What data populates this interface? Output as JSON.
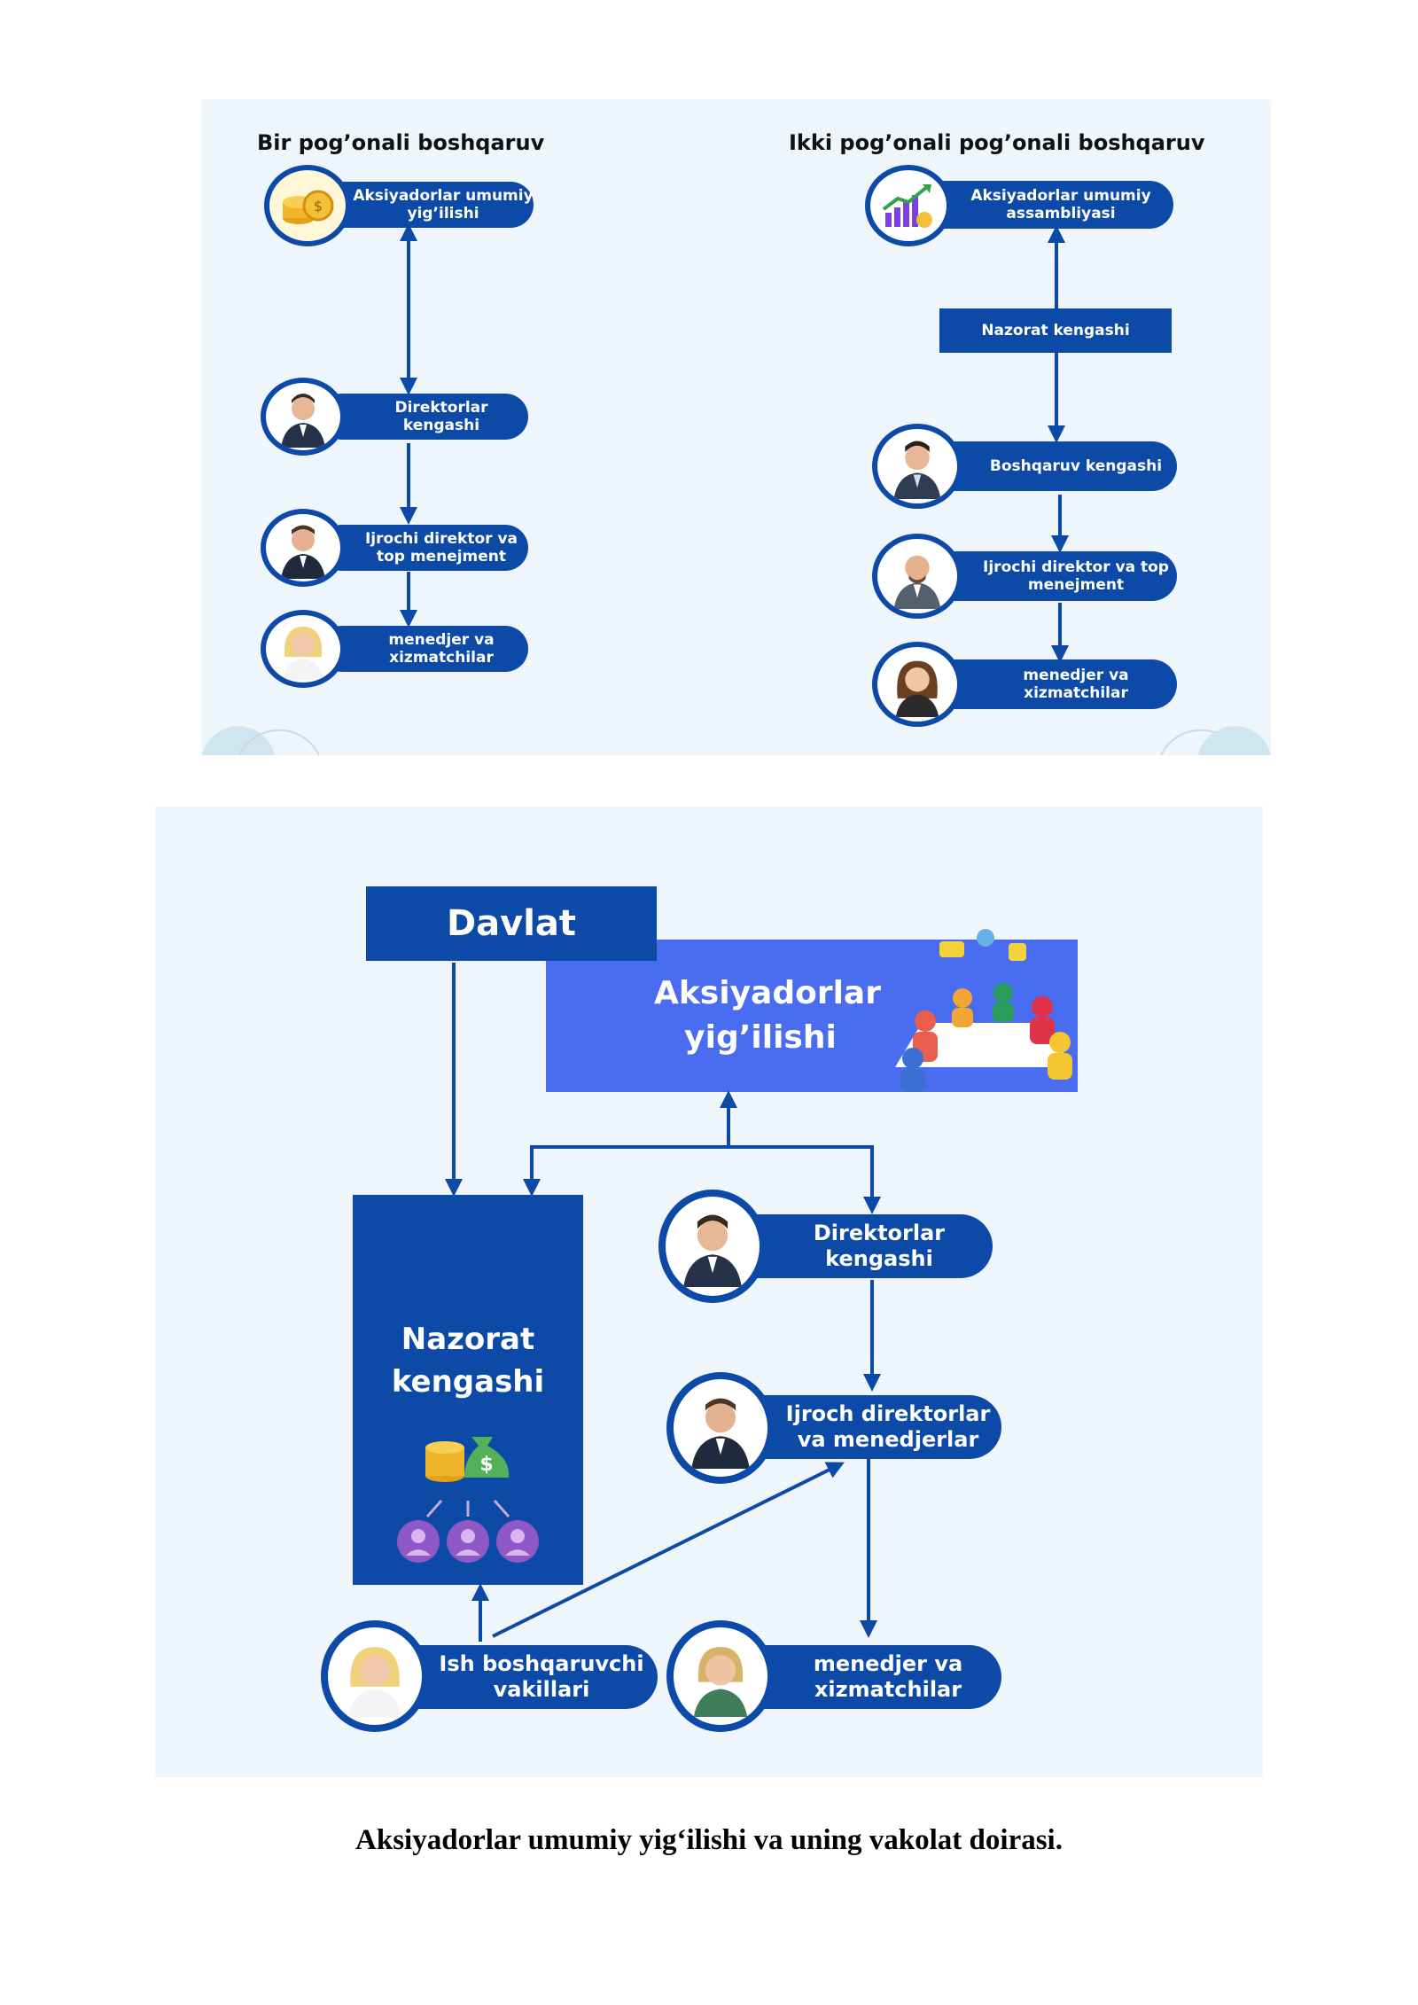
{
  "top_panel": {
    "left_title": "Bir pog’onali  boshqaruv",
    "right_title": "Ikki pog’onali  pog’onali  boshqaruv",
    "left_nodes": [
      {
        "label": "Aksiyadorlar umumiy yig’ilishi",
        "icon": "coins-icon"
      },
      {
        "label": "Direktorlar kengashi",
        "icon": "businessman-icon"
      },
      {
        "label": "Ijrochi direktor va top menejment",
        "icon": "businessman-icon"
      },
      {
        "label": "menedjer va xizmatchilar",
        "icon": "woman-icon"
      }
    ],
    "right_nodes": [
      {
        "label": "Aksiyadorlar umumiy assambliyasi",
        "icon": "growth-chart-icon"
      },
      {
        "label": "Nazorat kengashi"
      },
      {
        "label": "Boshqaruv  kengashi",
        "icon": "businessman-icon"
      },
      {
        "label": "Ijrochi direktor va top menejment",
        "icon": "businessman-icon"
      },
      {
        "label": "menedjer va xizmatchilar",
        "icon": "woman-icon"
      }
    ]
  },
  "bottom_panel": {
    "davlat": "Davlat",
    "aksiyadorlar": "Aksiyadorlar yig’ilishi",
    "nazorat": "Nazorat kengashi",
    "direktorlar": "Direktorlar kengashi",
    "ijroch": "Ijroch direktorlar va menedjerlar",
    "ish": "Ish boshqaruvchi vakillari",
    "menedjer": "menedjer va xizmatchilar"
  },
  "caption": "Aksiyadorlar umumiy yig‘ilishi va uning vakolat doirasi.",
  "colors": {
    "primary": "#0d4aa8",
    "secondary": "#4a6cf0",
    "panel": "#eef5fb"
  }
}
